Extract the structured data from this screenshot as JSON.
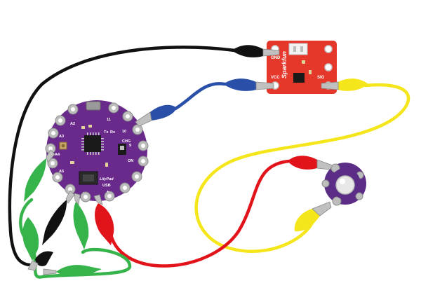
{
  "colors": {
    "black_wire": "#111111",
    "blue_wire": "#2a4fa8",
    "yellow_wire": "#f5e61b",
    "red_wire": "#e2141b",
    "green_wire": "#36b34a",
    "lilypad_purple": "#6a2a8c",
    "lilypad_dark": "#4a1a66",
    "breakout_red": "#e6372b",
    "led_purple": "#5b2d86",
    "background": "#ffffff"
  },
  "lilypad": {
    "pin_labels": [
      "A2",
      "A3",
      "A4",
      "A5",
      "11",
      "10",
      "9",
      "Tx",
      "Rx",
      "CHG",
      "ON",
      "+",
      "-"
    ],
    "logo_text": "LilyPad",
    "sub_text": "USB"
  },
  "breakout": {
    "brand_text": "Sparkfun",
    "pin_labels": [
      "GND",
      "VCC",
      "SIG"
    ]
  }
}
